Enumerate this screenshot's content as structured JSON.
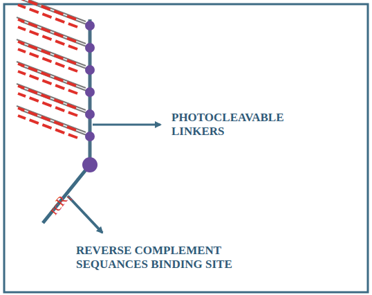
{
  "diagram": {
    "labels": [
      "PHOTOCLEAVABLE LINKERS",
      "REVERSE COMPLEMENT SEQUANCES BINDING SITE",
      "rcR₁"
    ]
  }
}
